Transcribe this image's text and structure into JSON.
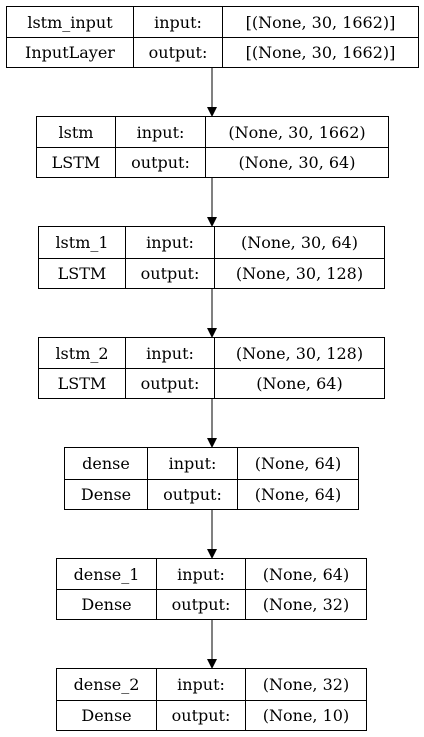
{
  "layers": [
    {
      "name": "lstm_input",
      "type": "InputLayer",
      "input_label": "input:",
      "output_label": "output:",
      "input_shape": "[(None, 30, 1662)]",
      "output_shape": "[(None, 30, 1662)]"
    },
    {
      "name": "lstm",
      "type": "LSTM",
      "input_label": "input:",
      "output_label": "output:",
      "input_shape": "(None, 30, 1662)",
      "output_shape": "(None, 30, 64)"
    },
    {
      "name": "lstm_1",
      "type": "LSTM",
      "input_label": "input:",
      "output_label": "output:",
      "input_shape": "(None, 30, 64)",
      "output_shape": "(None, 30, 128)"
    },
    {
      "name": "lstm_2",
      "type": "LSTM",
      "input_label": "input:",
      "output_label": "output:",
      "input_shape": "(None, 30, 128)",
      "output_shape": "(None, 64)"
    },
    {
      "name": "dense",
      "type": "Dense",
      "input_label": "input:",
      "output_label": "output:",
      "input_shape": "(None, 64)",
      "output_shape": "(None, 64)"
    },
    {
      "name": "dense_1",
      "type": "Dense",
      "input_label": "input:",
      "output_label": "output:",
      "input_shape": "(None, 64)",
      "output_shape": "(None, 32)"
    },
    {
      "name": "dense_2",
      "type": "Dense",
      "input_label": "input:",
      "output_label": "output:",
      "input_shape": "(None, 32)",
      "output_shape": "(None, 10)"
    }
  ]
}
